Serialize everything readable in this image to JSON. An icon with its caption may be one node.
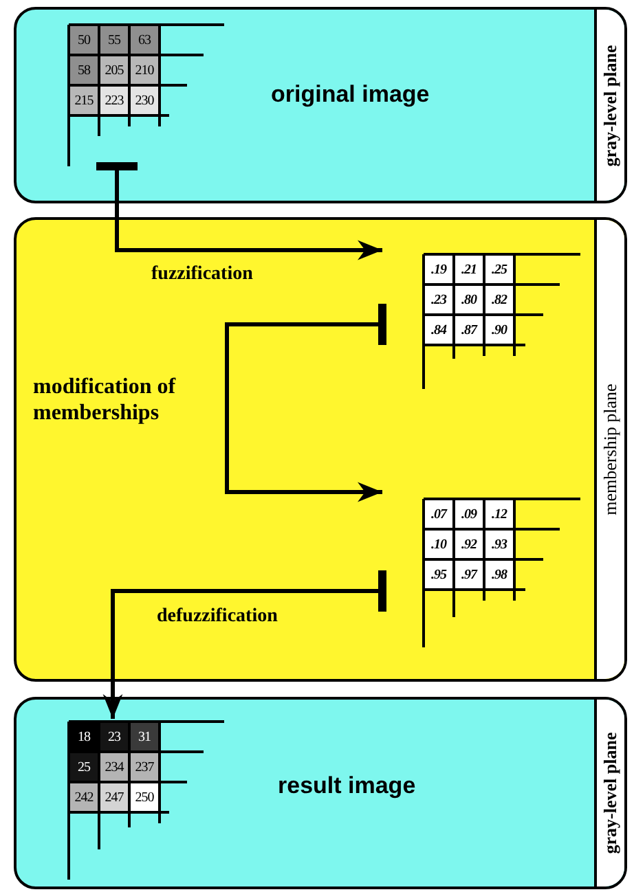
{
  "diagram": {
    "nodes": [
      {
        "text": [
          "original image",
          "gray-level plane"
        ]
      },
      {
        "text": [
          "50",
          "55",
          "63",
          "58",
          "205",
          "210",
          "215",
          "223",
          "230"
        ],
        "in": 0
      },
      {
        "text": [
          "membership plane"
        ]
      },
      {
        "text": [
          ".19",
          ".21",
          ".25",
          ".23",
          ".80",
          ".82",
          ".84",
          ".87",
          ".90"
        ],
        "in": 2
      },
      {
        "text": [
          ".07",
          ".09",
          ".12",
          ".10",
          ".92",
          ".93",
          ".95",
          ".97",
          ".98"
        ],
        "in": 2
      },
      {
        "text": [
          "result image",
          "gray-level plane"
        ]
      },
      {
        "text": [
          "18",
          "23",
          "31",
          "25",
          "234",
          "237",
          "242",
          "247",
          "250"
        ],
        "in": 5
      }
    ],
    "edges": [
      {
        "from": 1,
        "to": 3,
        "arrow": "to",
        "label": "fuzzification"
      },
      {
        "from": 3,
        "to": 4,
        "arrow": "to",
        "label": "modification of memberships"
      },
      {
        "from": 4,
        "to": 6,
        "arrow": "to",
        "label": "defuzzification"
      }
    ]
  }
}
